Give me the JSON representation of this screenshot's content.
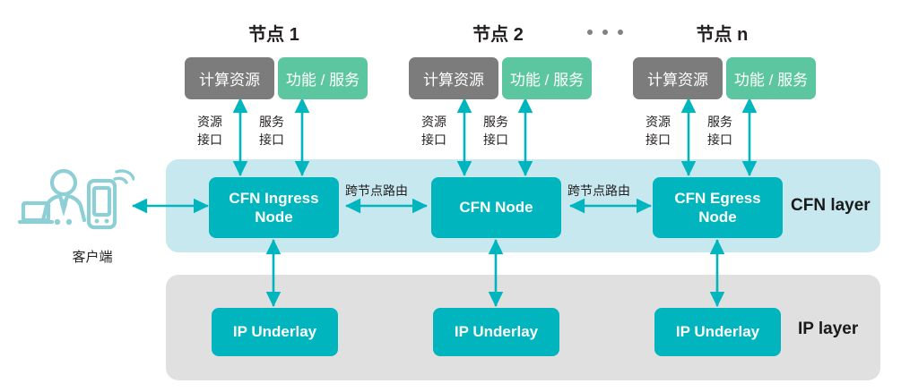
{
  "diagram": {
    "title": "CFN layered architecture",
    "colors": {
      "teal": "#00b5bd",
      "cfn_layer_bg": "#c7e8ef",
      "ip_layer_bg": "#e0e0e0",
      "resource_box": "#7c7c7c",
      "service_box": "#5cc6a0",
      "arrow": "#00b5bd",
      "client_icon": "#8ecfd6",
      "dots": "#808285"
    }
  },
  "client": {
    "caption": "客户端",
    "icon": "user-laptop-mobile-icon"
  },
  "nodes": [
    {
      "title": "节点 1",
      "resource_box": "计算资源",
      "service_box": "功能 / 服务",
      "resource_interface": "资源\n接口",
      "resource_interface_line1": "资源",
      "resource_interface_line2": "接口",
      "service_interface_line1": "服务",
      "service_interface_line2": "接口",
      "cfn_node": "CFN Ingress Node",
      "cfn_node_line1": "CFN Ingress",
      "cfn_node_line2": "Node",
      "ip_node": "IP Underlay"
    },
    {
      "title": "节点 2",
      "resource_box": "计算资源",
      "service_box": "功能 / 服务",
      "resource_interface_line1": "资源",
      "resource_interface_line2": "接口",
      "service_interface_line1": "服务",
      "service_interface_line2": "接口",
      "cfn_node": "CFN Node",
      "cfn_node_line1": "CFN Node",
      "cfn_node_line2": "",
      "ip_node": "IP Underlay"
    },
    {
      "title": "节点 n",
      "resource_box": "计算资源",
      "service_box": "功能 / 服务",
      "resource_interface_line1": "资源",
      "resource_interface_line2": "接口",
      "service_interface_line1": "服务",
      "service_interface_line2": "接口",
      "cfn_node": "CFN Egress Node",
      "cfn_node_line1": "CFN Egress",
      "cfn_node_line2": "Node",
      "ip_node": "IP Underlay"
    }
  ],
  "ellipsis": "• • •",
  "route_labels": [
    "跨节点路由",
    "跨节点路由"
  ],
  "layers": {
    "cfn": "CFN layer",
    "ip": "IP layer"
  }
}
